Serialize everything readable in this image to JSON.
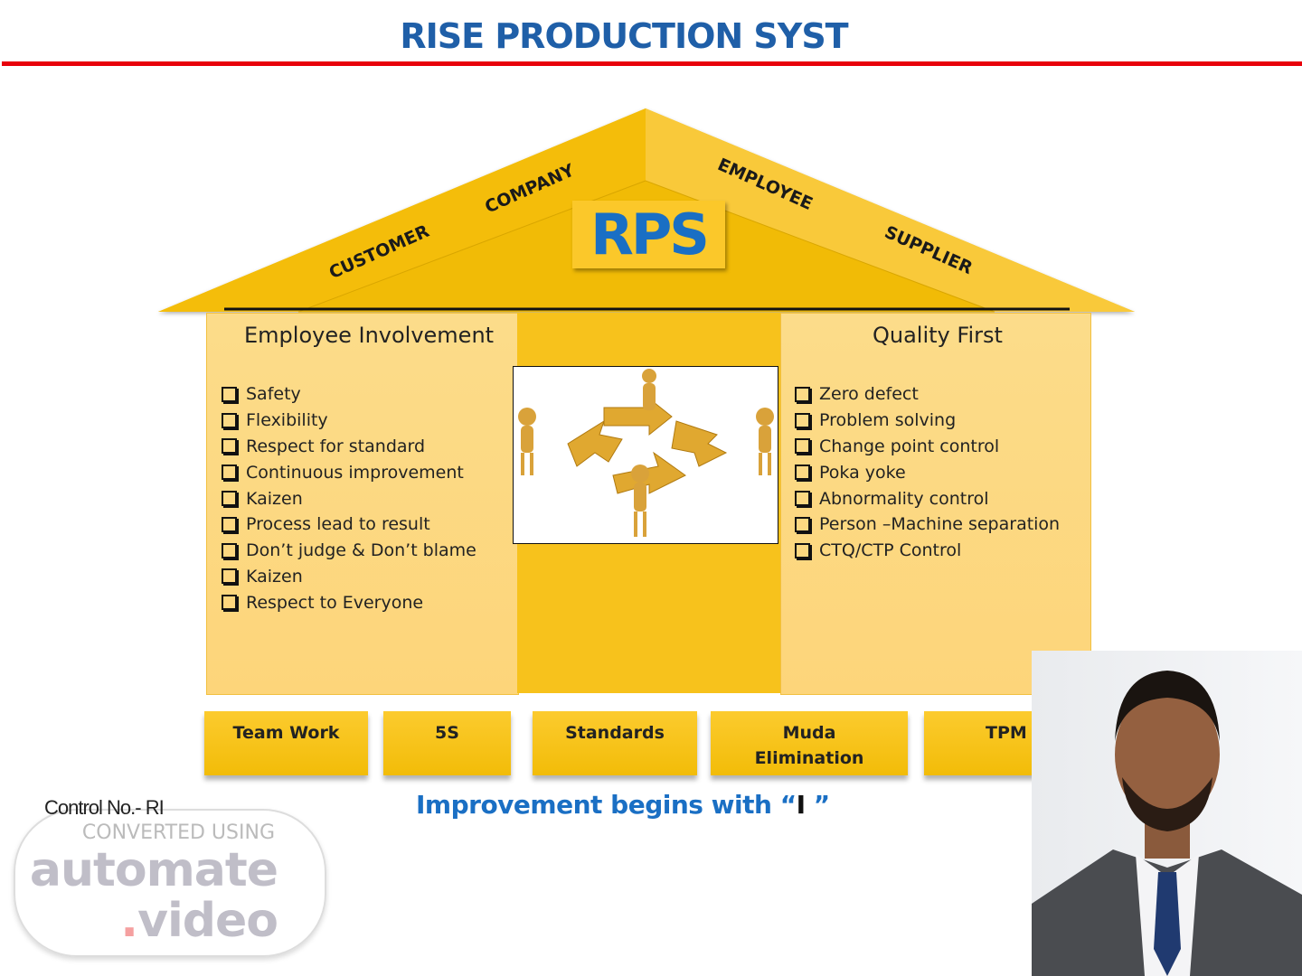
{
  "title": "RISE PRODUCTION SYST",
  "roof": {
    "labels": [
      "CUSTOMER",
      "COMPANY",
      "EMPLOYEE",
      "SUPPLIER"
    ],
    "center": "RPS"
  },
  "left_panel": {
    "title": "Employee Involvement",
    "items": [
      "Safety",
      "Flexibility",
      "Respect for standard",
      "Continuous improvement",
      "Kaizen",
      "Process lead to result",
      "Don’t judge & Don’t blame",
      "Kaizen",
      "Respect to Everyone"
    ]
  },
  "right_panel": {
    "title": "Quality First",
    "items": [
      "Zero defect",
      "Problem solving",
      "Change point control",
      "Poka yoke",
      "Abnormality control",
      "Person –Machine separation",
      "CTQ/CTP Control"
    ]
  },
  "pillars": [
    "Team Work",
    "5S",
    "Standards",
    "Muda",
    "Elimination",
    "TPM"
  ],
  "footer": {
    "slogan": "Improvement begins with “",
    "slogan_i": "I",
    "slogan_end": " ”",
    "control": "Control No.- RI"
  },
  "watermark": {
    "line1": "CONVERTED USING",
    "line2": "automate",
    "line3_dot": ".",
    "line3": "video"
  },
  "colors": {
    "accent": "#1a6fc4",
    "roof": "#f7c21c",
    "red_rule": "#e8000b"
  }
}
